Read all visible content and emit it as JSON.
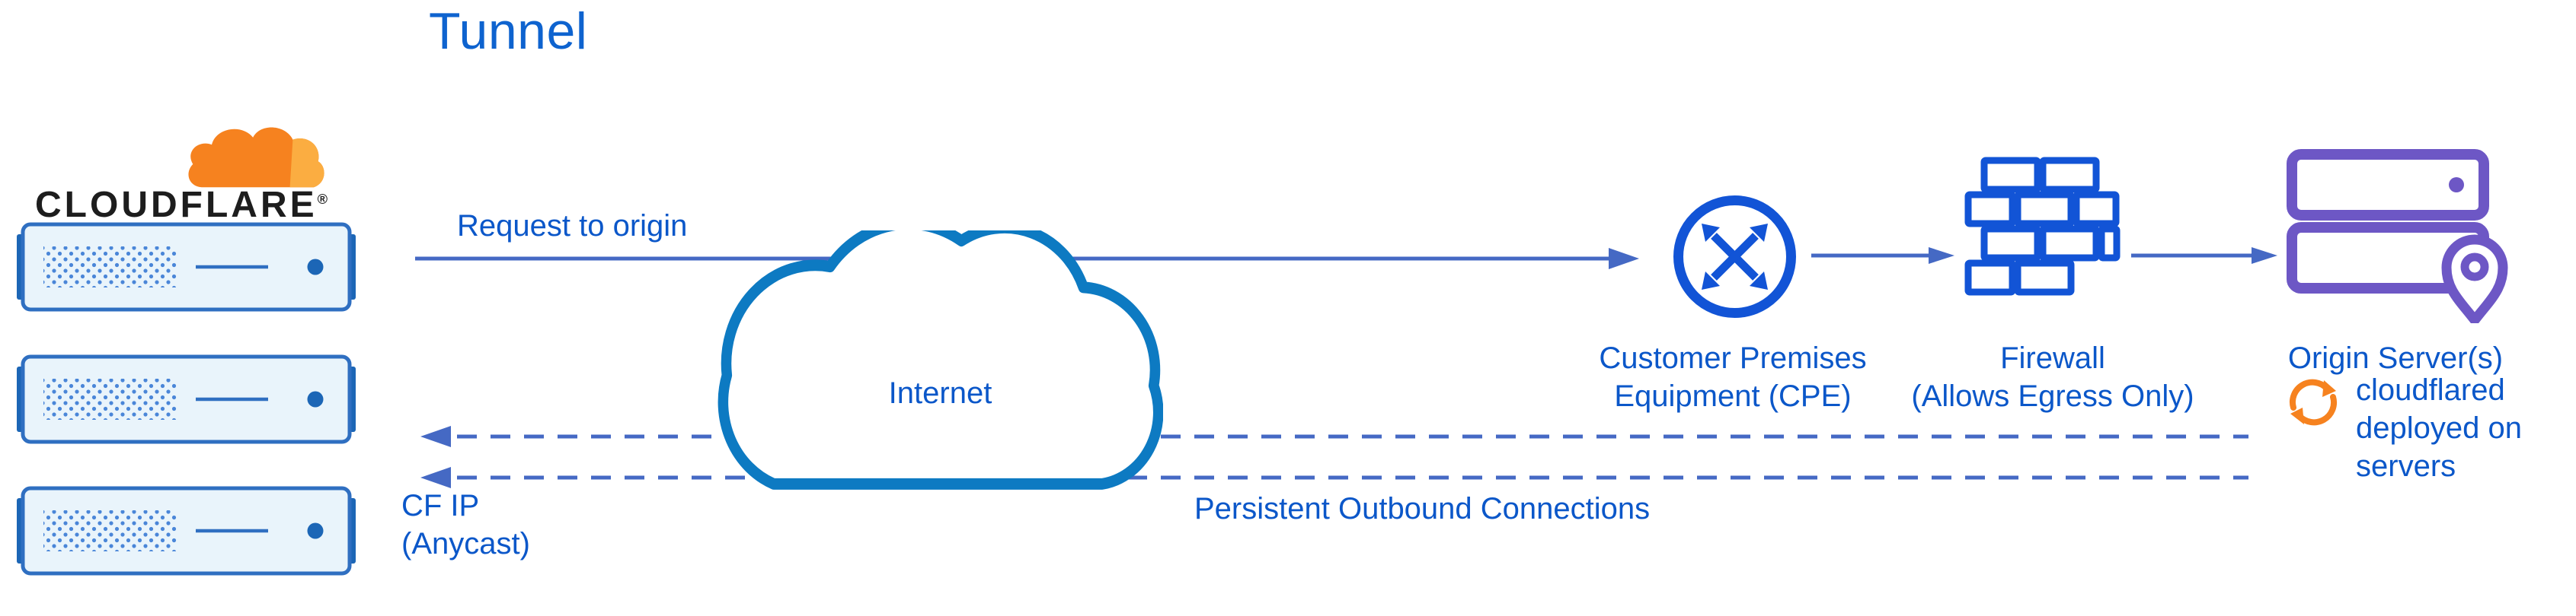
{
  "diagram": {
    "title": "Tunnel",
    "brand": {
      "name": "CLOUDFLARE",
      "registered": "®"
    },
    "labels": {
      "request": "Request to origin",
      "internet": "Internet",
      "cf_ip": "CF IP\n(Anycast)",
      "cpe": "Customer Premises\nEquipment (CPE)",
      "firewall": "Firewall\n(Allows Egress Only)",
      "origin": "Origin Server(s)",
      "cloudflared": "cloudflared\ndeployed on\nservers",
      "persistent": "Persistent Outbound Connections"
    },
    "colors": {
      "text_blue": "#0b57c9",
      "line_blue": "#4569c4",
      "cloud_blue": "#0d7ac2",
      "icon_blue": "#1254d6",
      "server_border": "#2f6fc1",
      "server_tab": "#1c66b6",
      "server_fill": "#e9f4fb",
      "dot_blue": "#4a86d8",
      "orange": "#f6821f",
      "orange_light": "#fbad41",
      "purple": "#6d57c5",
      "brand_black": "#1d1d1d"
    }
  }
}
